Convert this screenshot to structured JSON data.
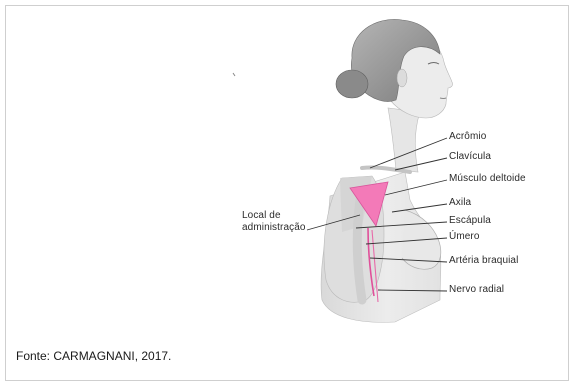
{
  "labels": {
    "acromio": "Acrômio",
    "clavicula": "Clavícula",
    "deltoide": "Músculo deltoide",
    "axila": "Axila",
    "escapula": "Escápula",
    "umero": "Úmero",
    "arteria": "Artéria braquial",
    "nervo": "Nervo radial",
    "local_line1": "Local de",
    "local_line2": "administração"
  },
  "caption": "Fonte: CARMAGNANI, 2017.",
  "colors": {
    "skin": "#e3e3e3",
    "hair": "#9a9a9a",
    "injection_site": "#f37ab8",
    "vessel": "#e0509a",
    "bone": "#d0d0d0",
    "line": "#333333"
  }
}
